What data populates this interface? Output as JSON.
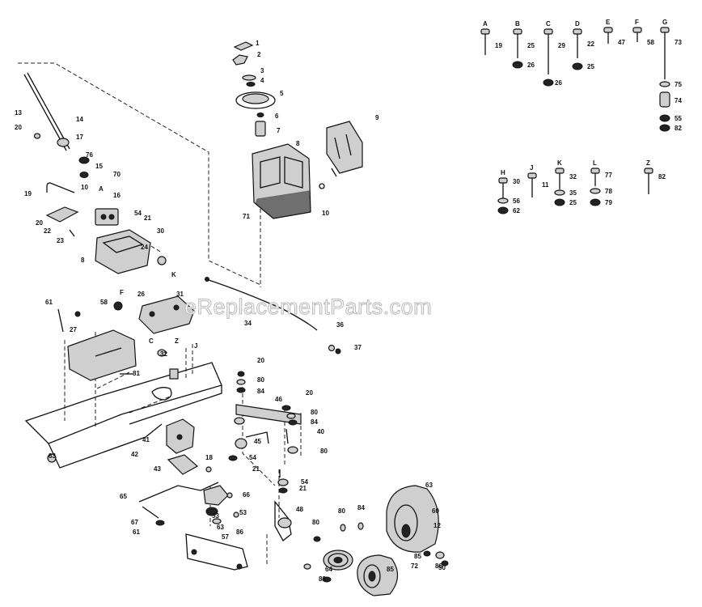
{
  "watermark": "eReplacementParts.com",
  "hardware_kits": [
    {
      "letter": "A",
      "labels": [
        "19"
      ]
    },
    {
      "letter": "B",
      "labels": [
        "25",
        "26"
      ]
    },
    {
      "letter": "C",
      "labels": [
        "29",
        "26"
      ]
    },
    {
      "letter": "D",
      "labels": [
        "22",
        "25"
      ]
    },
    {
      "letter": "E",
      "labels": [
        "47"
      ]
    },
    {
      "letter": "F",
      "labels": [
        "58"
      ]
    },
    {
      "letter": "G",
      "labels": [
        "73",
        "75",
        "74",
        "55",
        "82"
      ]
    },
    {
      "letter": "H",
      "labels": [
        "30",
        "56",
        "62"
      ]
    },
    {
      "letter": "J",
      "labels": [
        "11"
      ]
    },
    {
      "letter": "K",
      "labels": [
        "32",
        "35",
        "25"
      ]
    },
    {
      "letter": "L",
      "labels": [
        "77",
        "78",
        "79"
      ]
    },
    {
      "letter": "Z",
      "labels": [
        "82"
      ]
    }
  ],
  "callouts": [
    "1",
    "2",
    "3",
    "4",
    "5",
    "6",
    "7",
    "8",
    "9",
    "71",
    "10",
    "13",
    "14",
    "20",
    "17",
    "76",
    "15",
    "70",
    "19",
    "10",
    "A",
    "16",
    "20",
    "22",
    "23",
    "54",
    "21",
    "30",
    "24",
    "8",
    "K",
    "58",
    "F",
    "26",
    "31",
    "61",
    "27",
    "C",
    "32",
    "81",
    "Z",
    "J",
    "36",
    "37",
    "34",
    "20",
    "80",
    "84",
    "46",
    "20",
    "80",
    "84",
    "40",
    "80",
    "45",
    "54",
    "21",
    "54",
    "21",
    "41",
    "42",
    "43",
    "18",
    "83",
    "65",
    "66",
    "53",
    "63",
    "53",
    "67",
    "61",
    "57",
    "86",
    "48",
    "80",
    "80",
    "84",
    "64",
    "89",
    "12",
    "85",
    "86",
    "85",
    "72",
    "63",
    "60",
    "50",
    "68"
  ]
}
